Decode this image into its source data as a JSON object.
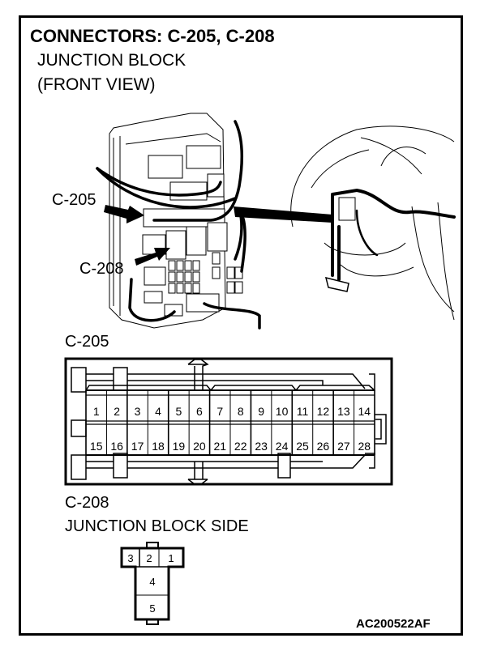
{
  "title": "CONNECTORS: C-205, C-208",
  "subtitle_line1": "JUNCTION BLOCK",
  "subtitle_line2": "(FRONT VIEW)",
  "illustration": {
    "callout_c205": "C-205",
    "callout_c208": "C-208"
  },
  "c205": {
    "label": "C-205",
    "pins_top": [
      "1",
      "2",
      "3",
      "4",
      "5",
      "6",
      "7",
      "8",
      "9",
      "10",
      "11",
      "12",
      "13",
      "14"
    ],
    "pins_bottom": [
      "15",
      "16",
      "17",
      "18",
      "19",
      "20",
      "21",
      "22",
      "23",
      "24",
      "25",
      "26",
      "27",
      "28"
    ]
  },
  "c208": {
    "label": "C-208",
    "side_label": "JUNCTION BLOCK SIDE",
    "pins_top": [
      "3",
      "2",
      "1"
    ],
    "pins_stack": [
      "4",
      "5"
    ]
  },
  "figure_code": "AC200522AF"
}
